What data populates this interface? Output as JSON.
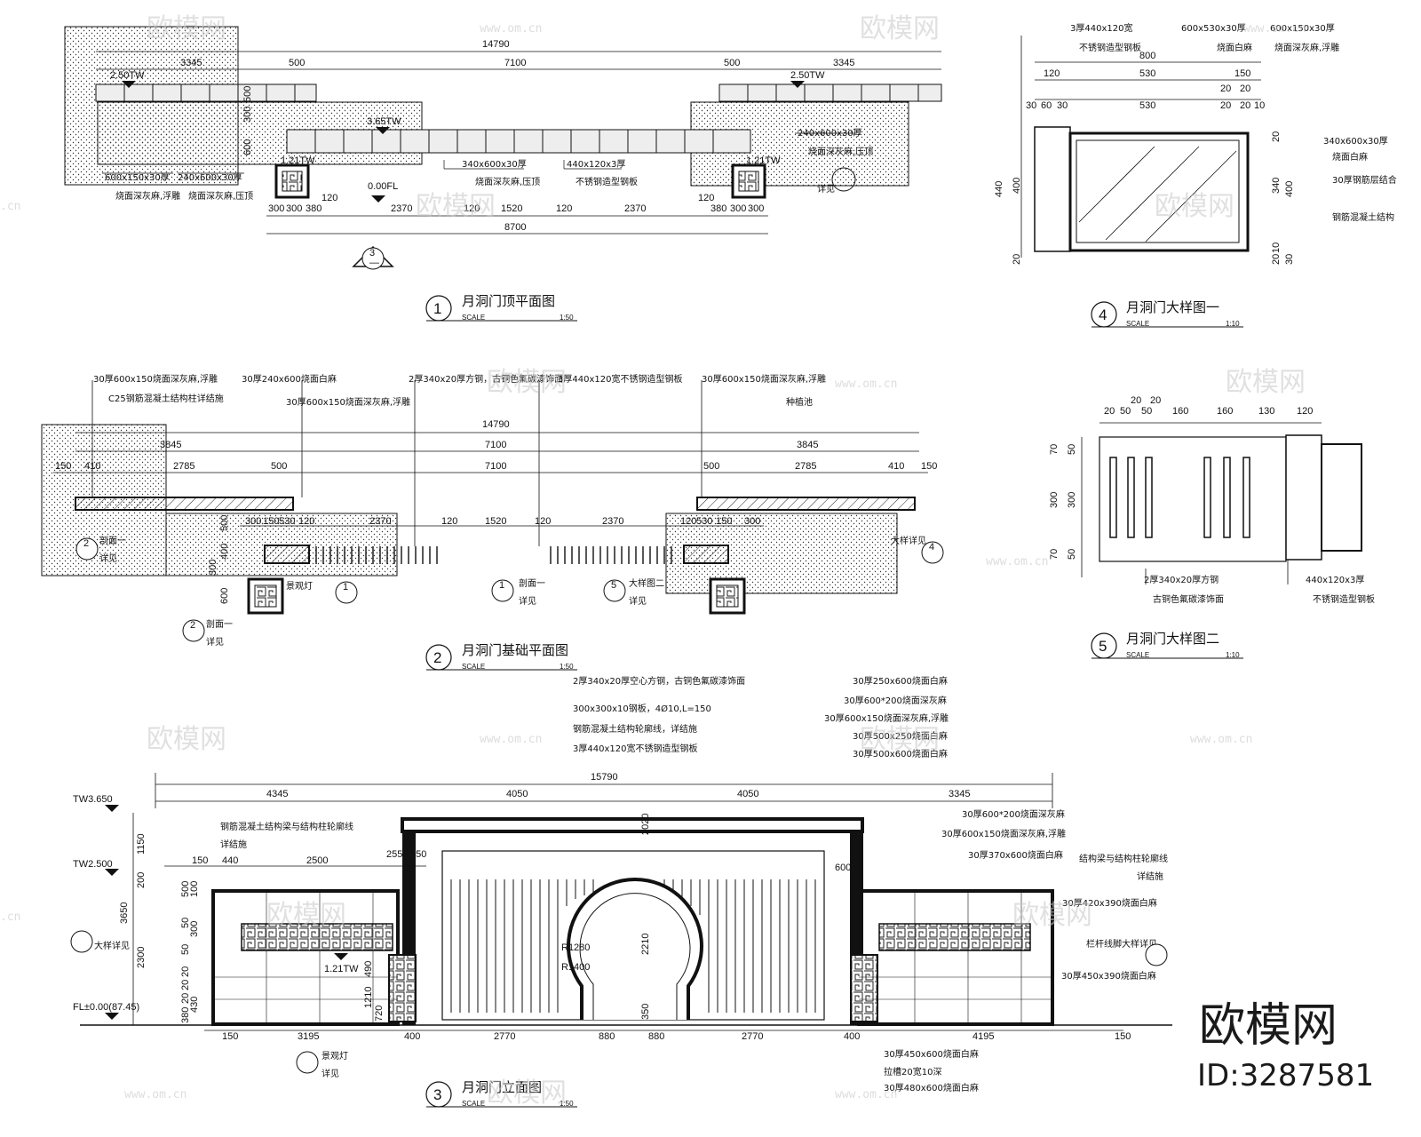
{
  "views": [
    {
      "num": "1",
      "title": "月洞门顶平面图",
      "scale_label": "SCALE",
      "scale": "1:50"
    },
    {
      "num": "2",
      "title": "月洞门基础平面图",
      "scale_label": "SCALE",
      "scale": "1:50"
    },
    {
      "num": "3",
      "title": "月洞门立面图",
      "scale_label": "SCALE",
      "scale": "1:50"
    },
    {
      "num": "4",
      "title": "月洞门大样图一",
      "scale_label": "SCALE",
      "scale": "1:10"
    },
    {
      "num": "5",
      "title": "月洞门大样图二",
      "scale_label": "SCALE",
      "scale": "1:10"
    }
  ],
  "plan1": {
    "dim_total": "14790",
    "dim_a": "3345",
    "dim_b": "500",
    "dim_c": "7100",
    "dim_d": "500",
    "dim_e": "3345",
    "lvl_left": "2.50TW",
    "lvl_right": "2.50TW",
    "lvl_mid": "3.65TW",
    "lvl_fl": "0.00FL",
    "lvl_small_l": "1.21TW",
    "lvl_small_r": "1.21TW",
    "v500": "500",
    "v300": "300",
    "v600": "600",
    "bottom": [
      "300",
      "300",
      "380",
      "120",
      "2370",
      "120",
      "1520",
      "120",
      "2370",
      "120",
      "380",
      "300",
      "300"
    ],
    "bottom_total": "8700",
    "note_l1": "600x150x30厚",
    "note_l1b": "烧面深灰麻,浮雕",
    "note_l2": "240x600x30厚",
    "note_l2b": "烧面深灰麻,压顶",
    "note_m1": "340x600x30厚",
    "note_m1b": "烧面深灰麻,压顶",
    "note_m2": "440x120x3厚",
    "note_m2b": "不锈钢造型钢板",
    "note_r1": "240x600x30厚",
    "note_r1b": "烧面深灰麻,压顶",
    "note_r2": "详见",
    "sec_mark": "3",
    "sec_sub": "—"
  },
  "plan2": {
    "top_notes": [
      "30厚600x150烧面深灰麻,浮雕",
      "30厚240x600烧面白麻",
      "2厚340x20厚方钢，古铜色氟碳漆饰面",
      "3厚440x120宽不锈钢造型钢板",
      "30厚600x150烧面深灰麻,浮雕"
    ],
    "note_c25": "C25钢筋混凝土结构柱详结施",
    "note_30": "30厚600x150烧面深灰麻,浮雕",
    "note_fill": "种植池",
    "dim_total": "14790",
    "dims_row1": [
      "3845",
      "7100",
      "3845"
    ],
    "dims_row2": [
      "150",
      "410",
      "2785",
      "500",
      "7100",
      "500",
      "2785",
      "410",
      "150"
    ],
    "dims_row3": [
      "300",
      "150",
      "530",
      "120",
      "2370",
      "120",
      "1520",
      "120",
      "2370",
      "120",
      "530",
      "150",
      "300"
    ],
    "left_dims": [
      "500",
      "400",
      "300",
      "600"
    ],
    "callout_a": "剖面一",
    "callout_b": "详见",
    "lamp": "景观灯",
    "callout_big": "大样详见",
    "callout_big2": "大样图二",
    "c4": "4",
    "c5": "5",
    "c1": "1",
    "c2": "2"
  },
  "elev_notes_mid": [
    "2厚340x20厚空心方钢，古铜色氟碳漆饰面",
    "300x300x10钢板，4Ø10,L=150",
    "钢筋混凝土结构轮廓线，详结施",
    "3厚440x120宽不锈钢造型钢板"
  ],
  "elev_notes_right_top": [
    "30厚250x600烧面白麻",
    "30厚600*200烧面深灰麻",
    "30厚600x150烧面深灰麻,浮雕",
    "30厚500x250烧面白麻",
    "30厚500x600烧面白麻"
  ],
  "elev3": {
    "dim_total": "15790",
    "dims_top": [
      "4345",
      "4050",
      "4050",
      "3345"
    ],
    "dims_bottom": [
      "150",
      "3195",
      "400",
      "2770",
      "880",
      "880",
      "2770",
      "400",
      "4195",
      "150"
    ],
    "lvl1": "TW3.650",
    "lvl2": "TW2.500",
    "lvl3": "FL±0.00(87.45)",
    "lvl4": "1.21TW",
    "left_vert": [
      "1150",
      "200",
      "3650",
      "2300"
    ],
    "left_small": [
      "500",
      "100",
      "50",
      "300",
      "50",
      "20",
      "20",
      "20",
      "380",
      "430"
    ],
    "dims_upper": [
      "150",
      "440",
      "2500",
      "255",
      "150",
      "600"
    ],
    "radius1": "R1280",
    "radius2": "R1400",
    "h2210": "2210",
    "h350": "350",
    "h1210": "1210",
    "h490": "490",
    "h720": "720",
    "h2020": "2020",
    "note_left1": "钢筋混凝土结构梁与结构柱轮廓线",
    "note_left2": "详结施",
    "note_r1": "30厚600*200烧面深灰麻",
    "note_r2": "30厚600x150烧面深灰麻,浮雕",
    "note_r3": "30厚370x600烧面白麻",
    "note_r4": "结构梁与结构柱轮廓线",
    "note_r5": "详结施",
    "note_r6": "30厚420x390烧面白麻",
    "note_r7": "栏杆线脚大样详见",
    "note_r8": "30厚450x390烧面白麻",
    "note_b1": "30厚450x600烧面白麻",
    "note_b2": "拉槽20宽10深",
    "note_b3": "30厚480x600烧面白麻",
    "lamp": "景观灯",
    "lamp2": "详见",
    "big": "大样详见"
  },
  "detail4": {
    "top_notes": [
      "3厚440x120宽",
      "600x530x30厚",
      "600x150x30厚"
    ],
    "top_notes2": [
      "不锈钢造型钢板",
      "烧面白麻",
      "烧面深灰麻,浮雕"
    ],
    "dims": [
      "800",
      "120",
      "530",
      "150",
      "20",
      "20",
      "30",
      "60",
      "30",
      "530",
      "20",
      "20",
      "10"
    ],
    "side": [
      "440",
      "400",
      "20",
      "20",
      "340",
      "400",
      "10",
      "20",
      "30"
    ],
    "right_notes": [
      "340x600x30厚",
      "烧面白麻",
      "30厚钢筋层结合",
      "钢筋混凝土结构"
    ]
  },
  "detail5": {
    "dims": [
      "20",
      "20",
      "20",
      "50",
      "50",
      "160",
      "160",
      "130",
      "120"
    ],
    "side": [
      "70",
      "50",
      "300",
      "300",
      "70",
      "50"
    ],
    "note_l1": "2厚340x20厚方钢",
    "note_l2": "古铜色氟碳漆饰面",
    "note_r1": "440x120x3厚",
    "note_r2": "不锈钢造型钢板"
  },
  "watermark": {
    "brand": "欧模网",
    "site": "www.om.cn",
    "corner": "欧模网",
    "id": "ID:3287581",
    "cn": ".cn"
  }
}
